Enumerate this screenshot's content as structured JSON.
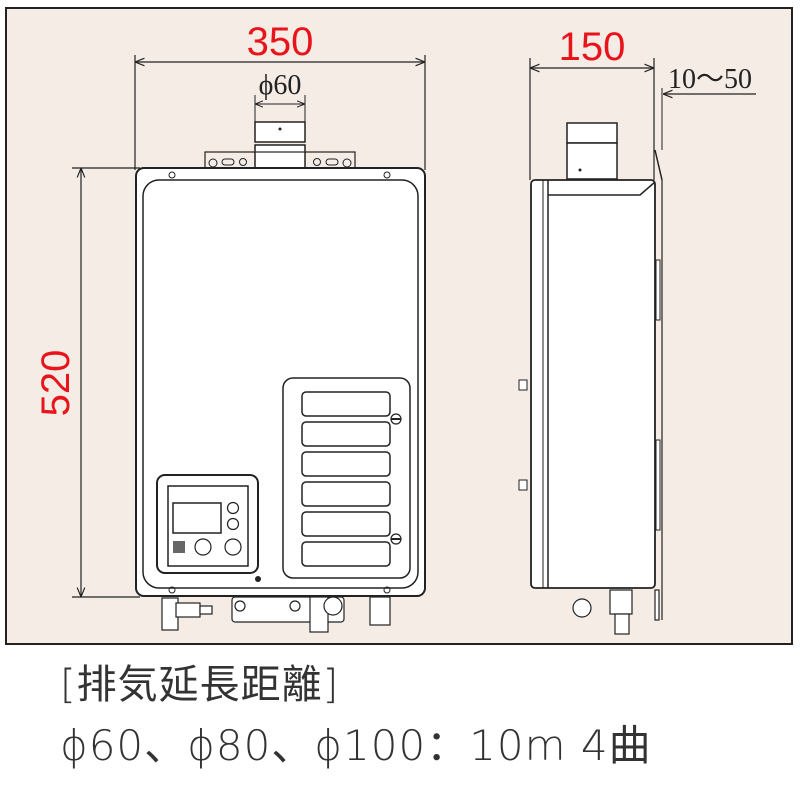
{
  "diagram": {
    "type": "technical-dimension-drawing",
    "subject": "wall-mounted gas water heater (front and side views)",
    "background_color": "#f5ece6",
    "dimension_color": "#e8141b",
    "line_color": "#222222",
    "front_view": {
      "width_label": "350",
      "height_label": "520",
      "flue_diameter_label": "ϕ60"
    },
    "side_view": {
      "depth_label": "150",
      "wall_gap_label": "10～50"
    }
  },
  "caption": {
    "title": "[排気延長距離]",
    "spec": "ϕ60、ϕ80、ϕ100：10m 4曲"
  }
}
